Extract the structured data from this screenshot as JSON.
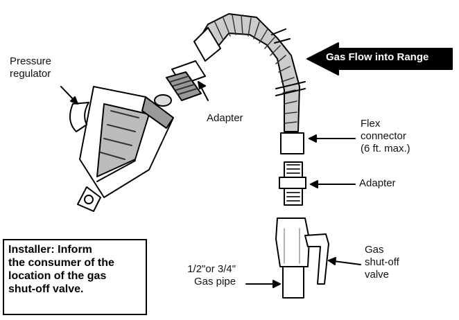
{
  "labels": {
    "pressure_regulator": [
      "Pressure",
      "regulator"
    ],
    "adapter_top": "Adapter",
    "flow_banner": "Gas Flow into Range",
    "flex_connector": [
      "Flex",
      "connector",
      "(6 ft. max.)"
    ],
    "adapter_right": "Adapter",
    "gas_valve": [
      "Gas",
      "shut-off",
      "valve"
    ],
    "gas_pipe": [
      "1/2\"or 3/4\"",
      "Gas pipe"
    ]
  },
  "installer_note": [
    "Installer: Inform",
    "the consumer of the",
    "location of the gas",
    "shut-off valve."
  ],
  "colors": {
    "ink": "#000000",
    "banner_bg": "#000000",
    "banner_text": "#ffffff"
  }
}
